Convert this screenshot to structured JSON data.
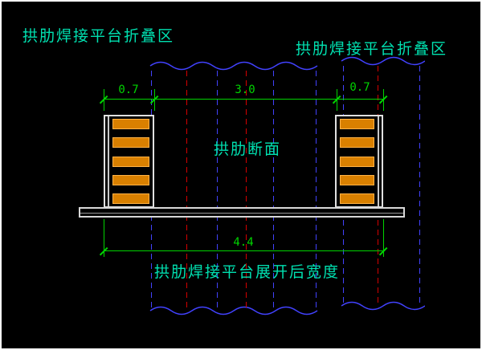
{
  "labels": {
    "top_left": "拱肋焊接平台折叠区",
    "top_right": "拱肋焊接平台折叠区",
    "section": "拱肋断面",
    "bottom_caption": "拱肋焊接平台展开后宽度"
  },
  "dimensions": {
    "left_width": "0.7",
    "center_span": "3.0",
    "right_width": "0.7",
    "total_width": "4.4"
  },
  "colors": {
    "background": "#000000",
    "frame": "#ffffff",
    "dimension_green": "#00d400",
    "annotation_teal": "#00e0b0",
    "centerline_red": "#d40000",
    "breakline_blue": "#4242ff",
    "plank_fill": "#d98000",
    "plank_edge": "#ffb347",
    "structure_white": "#e0e0e0"
  }
}
